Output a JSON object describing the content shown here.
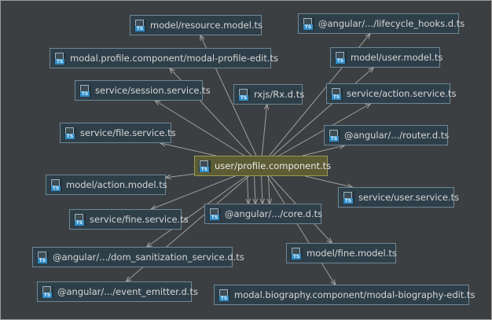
{
  "diagram": {
    "center": "user/profile.component.ts",
    "icon": "typescript-file-icon",
    "icon_badge": "TS",
    "colors": {
      "background": "#3c3f41",
      "node_fill": "#2f3f49",
      "node_border": "#6e8796",
      "center_fill": "#5c5c35",
      "center_border": "#9d9a52",
      "edge": "#9e9e9e"
    },
    "nodes": [
      {
        "id": "resource_model",
        "label": "model/resource.model.ts"
      },
      {
        "id": "lifecycle_hooks",
        "label": "@angular/.../lifecycle_hooks.d.ts"
      },
      {
        "id": "modal_profile",
        "label": "modal.profile.component/modal-profile-edit.ts"
      },
      {
        "id": "user_model",
        "label": "model/user.model.ts"
      },
      {
        "id": "session_service",
        "label": "service/session.service.ts"
      },
      {
        "id": "rx",
        "label": "rxjs/Rx.d.ts"
      },
      {
        "id": "action_service",
        "label": "service/action.service.ts"
      },
      {
        "id": "file_service",
        "label": "service/file.service.ts"
      },
      {
        "id": "router",
        "label": "@angular/.../router.d.ts"
      },
      {
        "id": "action_model",
        "label": "model/action.model.ts"
      },
      {
        "id": "user_service",
        "label": "service/user.service.ts"
      },
      {
        "id": "fine_service",
        "label": "service/fine.service.ts"
      },
      {
        "id": "core",
        "label": "@angular/.../core.d.ts"
      },
      {
        "id": "dom_sanitization",
        "label": "@angular/.../dom_sanitization_service.d.ts"
      },
      {
        "id": "fine_model",
        "label": "model/fine.model.ts"
      },
      {
        "id": "event_emitter",
        "label": "@angular/.../event_emitter.d.ts"
      },
      {
        "id": "modal_biography",
        "label": "modal.biography.component/modal-biography-edit.ts"
      }
    ],
    "edges": [
      {
        "from": "center",
        "to": "resource_model"
      },
      {
        "from": "center",
        "to": "lifecycle_hooks"
      },
      {
        "from": "center",
        "to": "modal_profile"
      },
      {
        "from": "center",
        "to": "user_model"
      },
      {
        "from": "center",
        "to": "session_service"
      },
      {
        "from": "center",
        "to": "rx"
      },
      {
        "from": "center",
        "to": "action_service"
      },
      {
        "from": "center",
        "to": "file_service"
      },
      {
        "from": "center",
        "to": "router"
      },
      {
        "from": "center",
        "to": "action_model"
      },
      {
        "from": "center",
        "to": "user_service"
      },
      {
        "from": "center",
        "to": "fine_service"
      },
      {
        "from": "center",
        "to": "core"
      },
      {
        "from": "center",
        "to": "dom_sanitization"
      },
      {
        "from": "center",
        "to": "fine_model"
      },
      {
        "from": "center",
        "to": "event_emitter"
      },
      {
        "from": "center",
        "to": "modal_biography"
      },
      {
        "from": "center",
        "to": "core"
      },
      {
        "from": "center",
        "to": "core"
      },
      {
        "from": "center",
        "to": "core"
      }
    ]
  }
}
